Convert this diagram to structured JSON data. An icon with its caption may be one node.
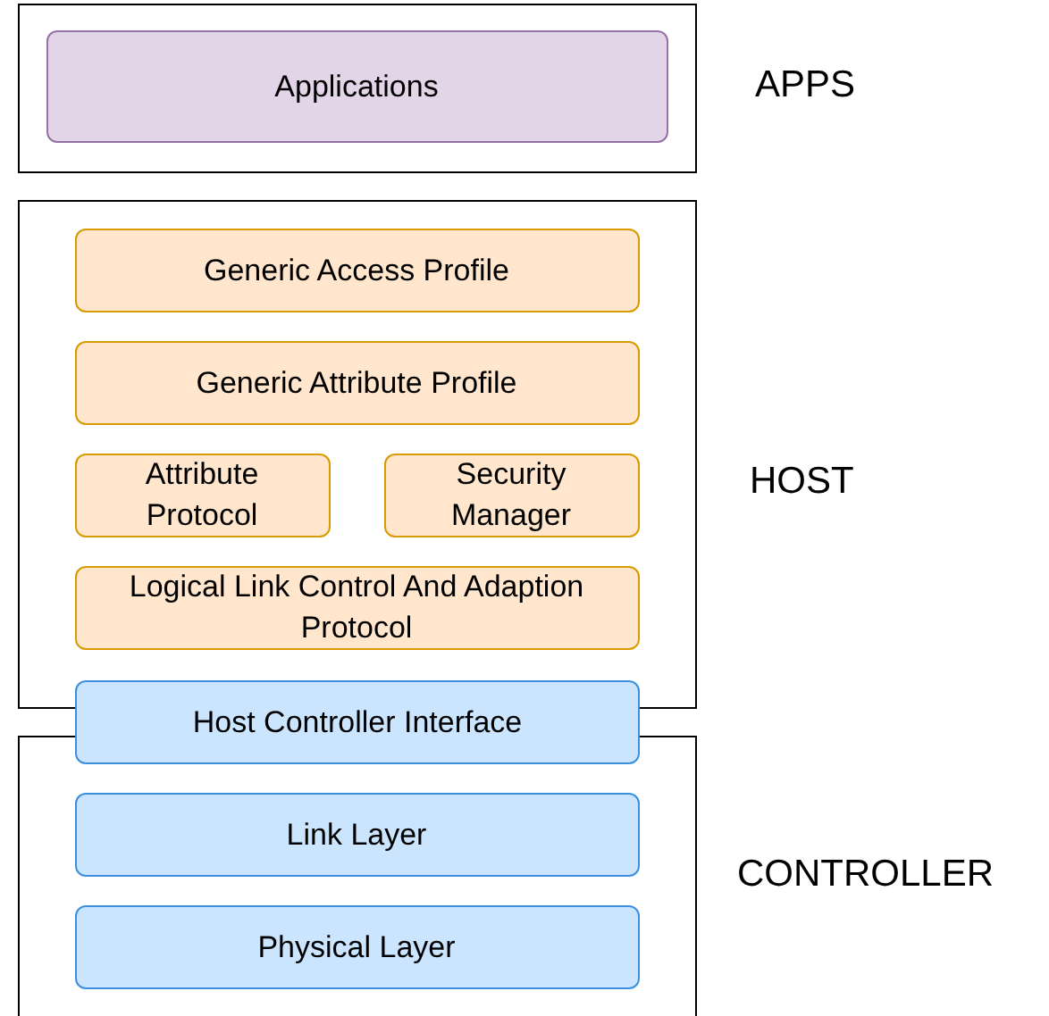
{
  "diagram": {
    "nodes": [
      {
        "text": [
          "APPS"
        ]
      },
      {
        "text": [
          "Applications"
        ],
        "in": 0
      },
      {
        "text": [
          "HOST"
        ]
      },
      {
        "text": [
          "Generic Access Profile"
        ],
        "in": 2
      },
      {
        "text": [
          "Generic Attribute Profile"
        ],
        "in": 2
      },
      {
        "text": [
          "Attribute Protocol"
        ],
        "in": 2
      },
      {
        "text": [
          "Security Manager"
        ],
        "in": 2
      },
      {
        "text": [
          "Logical Link Control And Adaption Protocol"
        ],
        "in": 2
      },
      {
        "text": [
          "Host Controller Interface"
        ]
      },
      {
        "text": [
          "CONTROLLER"
        ]
      },
      {
        "text": [
          "Link Layer"
        ],
        "in": 9
      },
      {
        "text": [
          "Physical Layer"
        ],
        "in": 9
      }
    ],
    "edges": []
  }
}
